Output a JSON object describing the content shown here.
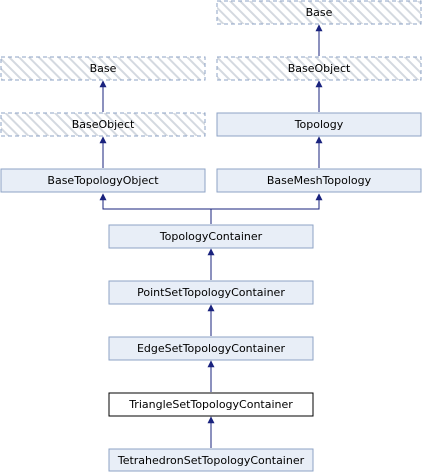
{
  "nodes": {
    "base_top": "Base",
    "baseobject_right": "BaseObject",
    "topology": "Topology",
    "basemeshtopology": "BaseMeshTopology",
    "base_left": "Base",
    "baseobject_left": "BaseObject",
    "basetopologyobject": "BaseTopologyObject",
    "topologycontainer": "TopologyContainer",
    "pointset": "PointSetTopologyContainer",
    "edgeset": "EdgeSetTopologyContainer",
    "triangleset": "TriangleSetTopologyContainer",
    "tetrahedronset": "TetrahedronSetTopologyContainer"
  },
  "colors": {
    "node_fill": "#e8eef7",
    "node_border": "#8ea3c6",
    "hatch": "#d4d9e0",
    "highlight_fill": "#ffffff",
    "highlight_border": "#000000",
    "edge": "#1a237e"
  }
}
